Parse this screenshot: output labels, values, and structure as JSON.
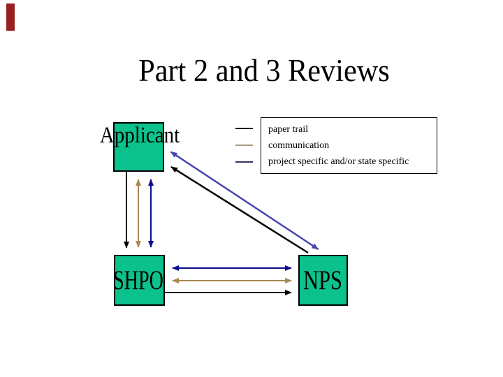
{
  "title": {
    "text": "Part 2 and 3 Reviews"
  },
  "nodes": {
    "applicant": {
      "label": "Applicant"
    },
    "shpo": {
      "label": "SHPO"
    },
    "nps": {
      "label": "NPS"
    }
  },
  "legend": {
    "items": [
      {
        "label": "paper trail",
        "color": "#000000"
      },
      {
        "label": "communication",
        "color": "#A89B7E"
      },
      {
        "label": "project specific and/or state specific",
        "color": "#333366"
      }
    ]
  },
  "edges": [
    {
      "from": "Applicant",
      "to": "SHPO",
      "type": "paper trail",
      "direction": "one-way"
    },
    {
      "from": "Applicant",
      "to": "SHPO",
      "type": "communication",
      "direction": "two-way"
    },
    {
      "from": "Applicant",
      "to": "SHPO",
      "type": "project specific and/or state specific",
      "direction": "two-way"
    },
    {
      "from": "SHPO",
      "to": "NPS",
      "type": "project specific and/or state specific",
      "direction": "two-way"
    },
    {
      "from": "SHPO",
      "to": "NPS",
      "type": "communication",
      "direction": "two-way"
    },
    {
      "from": "SHPO",
      "to": "NPS",
      "type": "paper trail",
      "direction": "one-way"
    },
    {
      "from": "Applicant",
      "to": "NPS",
      "type": "project specific and/or state specific",
      "direction": "two-way"
    },
    {
      "from": "NPS",
      "to": "Applicant",
      "type": "paper trail",
      "direction": "one-way"
    }
  ],
  "colors": {
    "background": "#FFFFFF",
    "box_fill": "#0CC28C",
    "box_border": "#000000",
    "paper_trail": "#000000",
    "communication": "#A78850",
    "project_specific": "#0A0A8C",
    "project_specific_diagonal": "#4747AC",
    "legend_communication_tick": "#A89B7E",
    "legend_project_tick": "#333366",
    "corner_bar": "#992020"
  }
}
